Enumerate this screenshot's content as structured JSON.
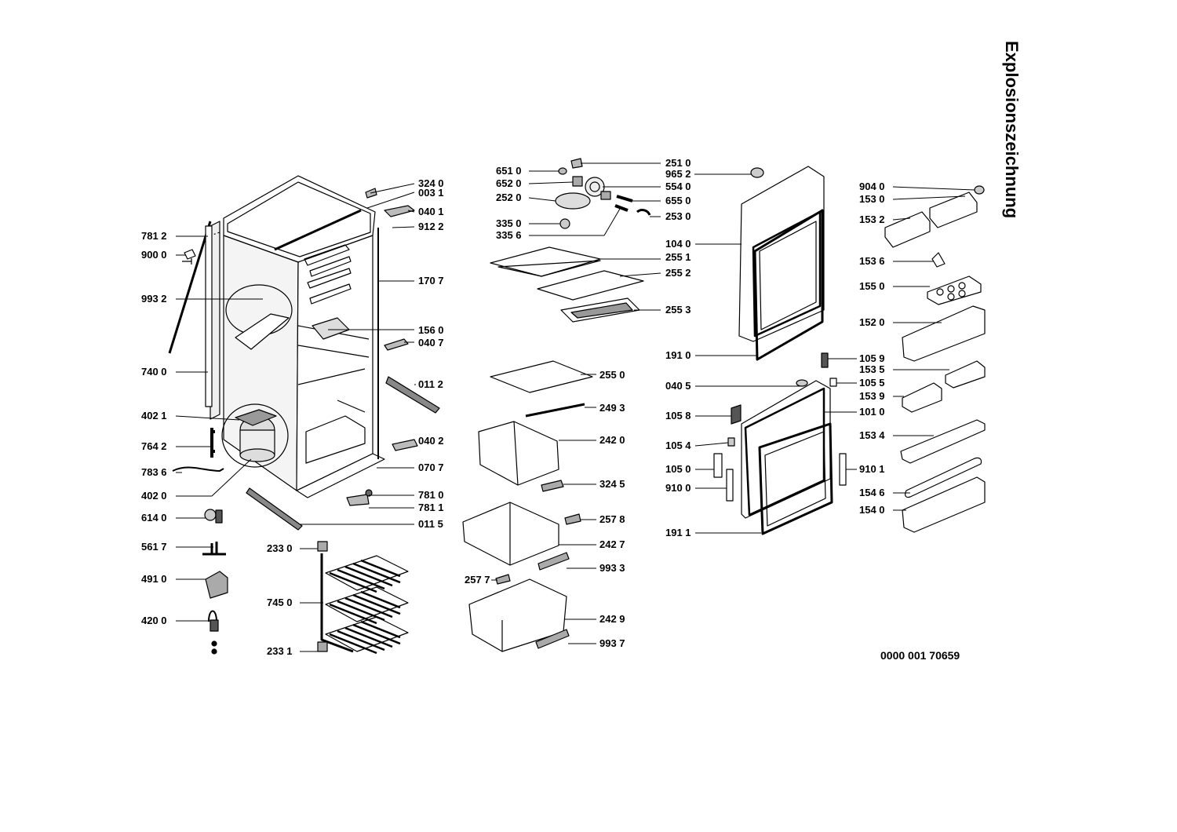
{
  "title": "Explosionszeichnung",
  "document_number": "0000 001 70659",
  "callouts": [
    {
      "id": "324_0",
      "text": "324 0"
    },
    {
      "id": "003_1",
      "text": "003 1"
    },
    {
      "id": "040_1",
      "text": "040 1"
    },
    {
      "id": "912_2",
      "text": "912 2"
    },
    {
      "id": "781_2",
      "text": "781 2"
    },
    {
      "id": "900_0",
      "text": "900 0"
    },
    {
      "id": "170_7",
      "text": "170 7"
    },
    {
      "id": "993_2",
      "text": "993 2"
    },
    {
      "id": "156_0",
      "text": "156 0"
    },
    {
      "id": "040_7",
      "text": "040 7"
    },
    {
      "id": "740_0",
      "text": "740 0"
    },
    {
      "id": "011_2",
      "text": "011 2"
    },
    {
      "id": "402_1",
      "text": "402 1"
    },
    {
      "id": "040_2",
      "text": "040 2"
    },
    {
      "id": "764_2",
      "text": "764 2"
    },
    {
      "id": "070_7",
      "text": "070 7"
    },
    {
      "id": "783_6",
      "text": "783 6"
    },
    {
      "id": "402_0",
      "text": "402 0"
    },
    {
      "id": "781_0",
      "text": "781 0"
    },
    {
      "id": "781_1",
      "text": "781 1"
    },
    {
      "id": "614_0",
      "text": "614 0"
    },
    {
      "id": "011_5",
      "text": "011 5"
    },
    {
      "id": "561_7",
      "text": "561 7"
    },
    {
      "id": "233_0",
      "text": "233 0"
    },
    {
      "id": "491_0",
      "text": "491 0"
    },
    {
      "id": "745_0",
      "text": "745 0"
    },
    {
      "id": "420_0",
      "text": "420 0"
    },
    {
      "id": "233_1",
      "text": "233 1"
    },
    {
      "id": "651_0",
      "text": "651 0"
    },
    {
      "id": "652_0",
      "text": "652 0"
    },
    {
      "id": "252_0",
      "text": "252 0"
    },
    {
      "id": "335_0",
      "text": "335 0"
    },
    {
      "id": "335_6",
      "text": "335 6"
    },
    {
      "id": "251_0",
      "text": "251 0"
    },
    {
      "id": "965_2",
      "text": "965 2"
    },
    {
      "id": "554_0",
      "text": "554 0"
    },
    {
      "id": "655_0",
      "text": "655 0"
    },
    {
      "id": "253_0",
      "text": "253 0"
    },
    {
      "id": "104_0",
      "text": "104 0"
    },
    {
      "id": "255_1",
      "text": "255 1"
    },
    {
      "id": "255_2",
      "text": "255 2"
    },
    {
      "id": "255_3",
      "text": "255 3"
    },
    {
      "id": "191_0",
      "text": "191 0"
    },
    {
      "id": "255_0",
      "text": "255 0"
    },
    {
      "id": "040_5",
      "text": "040 5"
    },
    {
      "id": "249_3",
      "text": "249 3"
    },
    {
      "id": "105_8",
      "text": "105 8"
    },
    {
      "id": "242_0",
      "text": "242 0"
    },
    {
      "id": "105_4",
      "text": "105 4"
    },
    {
      "id": "105_0",
      "text": "105 0"
    },
    {
      "id": "324_5",
      "text": "324 5"
    },
    {
      "id": "910_0",
      "text": "910 0"
    },
    {
      "id": "257_8",
      "text": "257 8"
    },
    {
      "id": "191_1",
      "text": "191 1"
    },
    {
      "id": "242_7",
      "text": "242 7"
    },
    {
      "id": "257_7",
      "text": "257 7"
    },
    {
      "id": "993_3",
      "text": "993 3"
    },
    {
      "id": "242_9",
      "text": "242 9"
    },
    {
      "id": "993_7",
      "text": "993 7"
    },
    {
      "id": "904_0",
      "text": "904 0"
    },
    {
      "id": "153_0",
      "text": "153 0"
    },
    {
      "id": "153_2",
      "text": "153 2"
    },
    {
      "id": "153_6",
      "text": "153 6"
    },
    {
      "id": "155_0",
      "text": "155 0"
    },
    {
      "id": "152_0",
      "text": "152 0"
    },
    {
      "id": "105_9",
      "text": "105 9"
    },
    {
      "id": "153_5",
      "text": "153 5"
    },
    {
      "id": "105_5",
      "text": "105 5"
    },
    {
      "id": "153_9",
      "text": "153 9"
    },
    {
      "id": "101_0",
      "text": "101 0"
    },
    {
      "id": "153_4",
      "text": "153 4"
    },
    {
      "id": "910_1",
      "text": "910 1"
    },
    {
      "id": "154_6",
      "text": "154 6"
    },
    {
      "id": "154_0",
      "text": "154 0"
    }
  ]
}
